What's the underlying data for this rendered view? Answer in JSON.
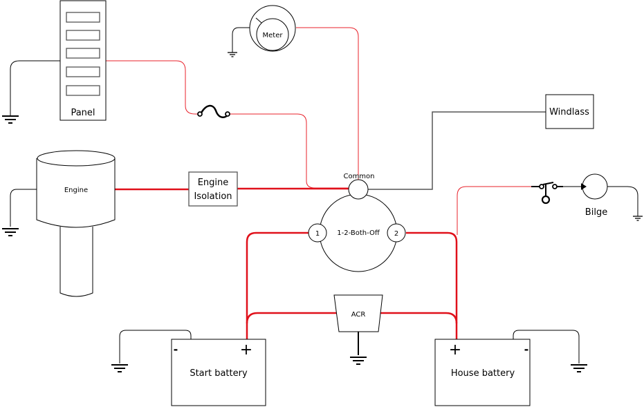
{
  "diagram": {
    "type": "marine battery wiring schematic",
    "colors": {
      "positive_wire": "#e0101a",
      "negative_wire": "#000000",
      "outline": "#000000",
      "windlass_wire": "#555555"
    },
    "components": {
      "panel": {
        "label": "Panel",
        "breaker_count": 5
      },
      "meter": {
        "label": "Meter"
      },
      "fuse": {
        "label": ""
      },
      "windlass": {
        "label": "Windlass"
      },
      "engine": {
        "label": "Engine"
      },
      "engine_isolation": {
        "line1": "Engine",
        "line2": "Isolation"
      },
      "selector_switch": {
        "label": "1-2-Both-Off",
        "common_label": "Common",
        "terminal_1": "1",
        "terminal_2": "2"
      },
      "bilge_switch": {
        "label": ""
      },
      "bilge_pump": {
        "label": "Bilge"
      },
      "acr": {
        "label": "ACR"
      },
      "start_battery": {
        "label": "Start battery",
        "neg": "-",
        "pos": "+"
      },
      "house_battery": {
        "label": "House battery",
        "neg": "-",
        "pos": "+"
      }
    },
    "connections": [
      {
        "from": "panel",
        "to": "fuse",
        "wire": "positive"
      },
      {
        "from": "fuse",
        "to": "selector_switch.common",
        "wire": "positive"
      },
      {
        "from": "meter",
        "to": "selector_switch.common",
        "wire": "positive"
      },
      {
        "from": "windlass",
        "to": "selector_switch.common",
        "wire": "gray"
      },
      {
        "from": "engine",
        "to": "engine_isolation",
        "wire": "positive"
      },
      {
        "from": "engine_isolation",
        "to": "selector_switch.common",
        "wire": "positive"
      },
      {
        "from": "selector_switch.1",
        "to": "start_battery.pos",
        "wire": "positive"
      },
      {
        "from": "selector_switch.2",
        "to": "house_battery.pos",
        "wire": "positive"
      },
      {
        "from": "start_battery.pos",
        "to": "acr",
        "wire": "positive"
      },
      {
        "from": "acr",
        "to": "house_battery.pos",
        "wire": "positive"
      },
      {
        "from": "house_battery.pos",
        "to": "bilge_switch",
        "wire": "positive"
      },
      {
        "from": "bilge_switch",
        "to": "bilge_pump",
        "wire": "negative"
      },
      {
        "from": "panel",
        "to": "ground",
        "wire": "negative"
      },
      {
        "from": "meter",
        "to": "ground",
        "wire": "negative"
      },
      {
        "from": "engine",
        "to": "ground",
        "wire": "negative"
      },
      {
        "from": "bilge_pump",
        "to": "ground",
        "wire": "negative"
      },
      {
        "from": "acr",
        "to": "ground",
        "wire": "negative"
      },
      {
        "from": "start_battery.neg",
        "to": "ground",
        "wire": "negative"
      },
      {
        "from": "house_battery.neg",
        "to": "ground",
        "wire": "negative"
      }
    ]
  }
}
